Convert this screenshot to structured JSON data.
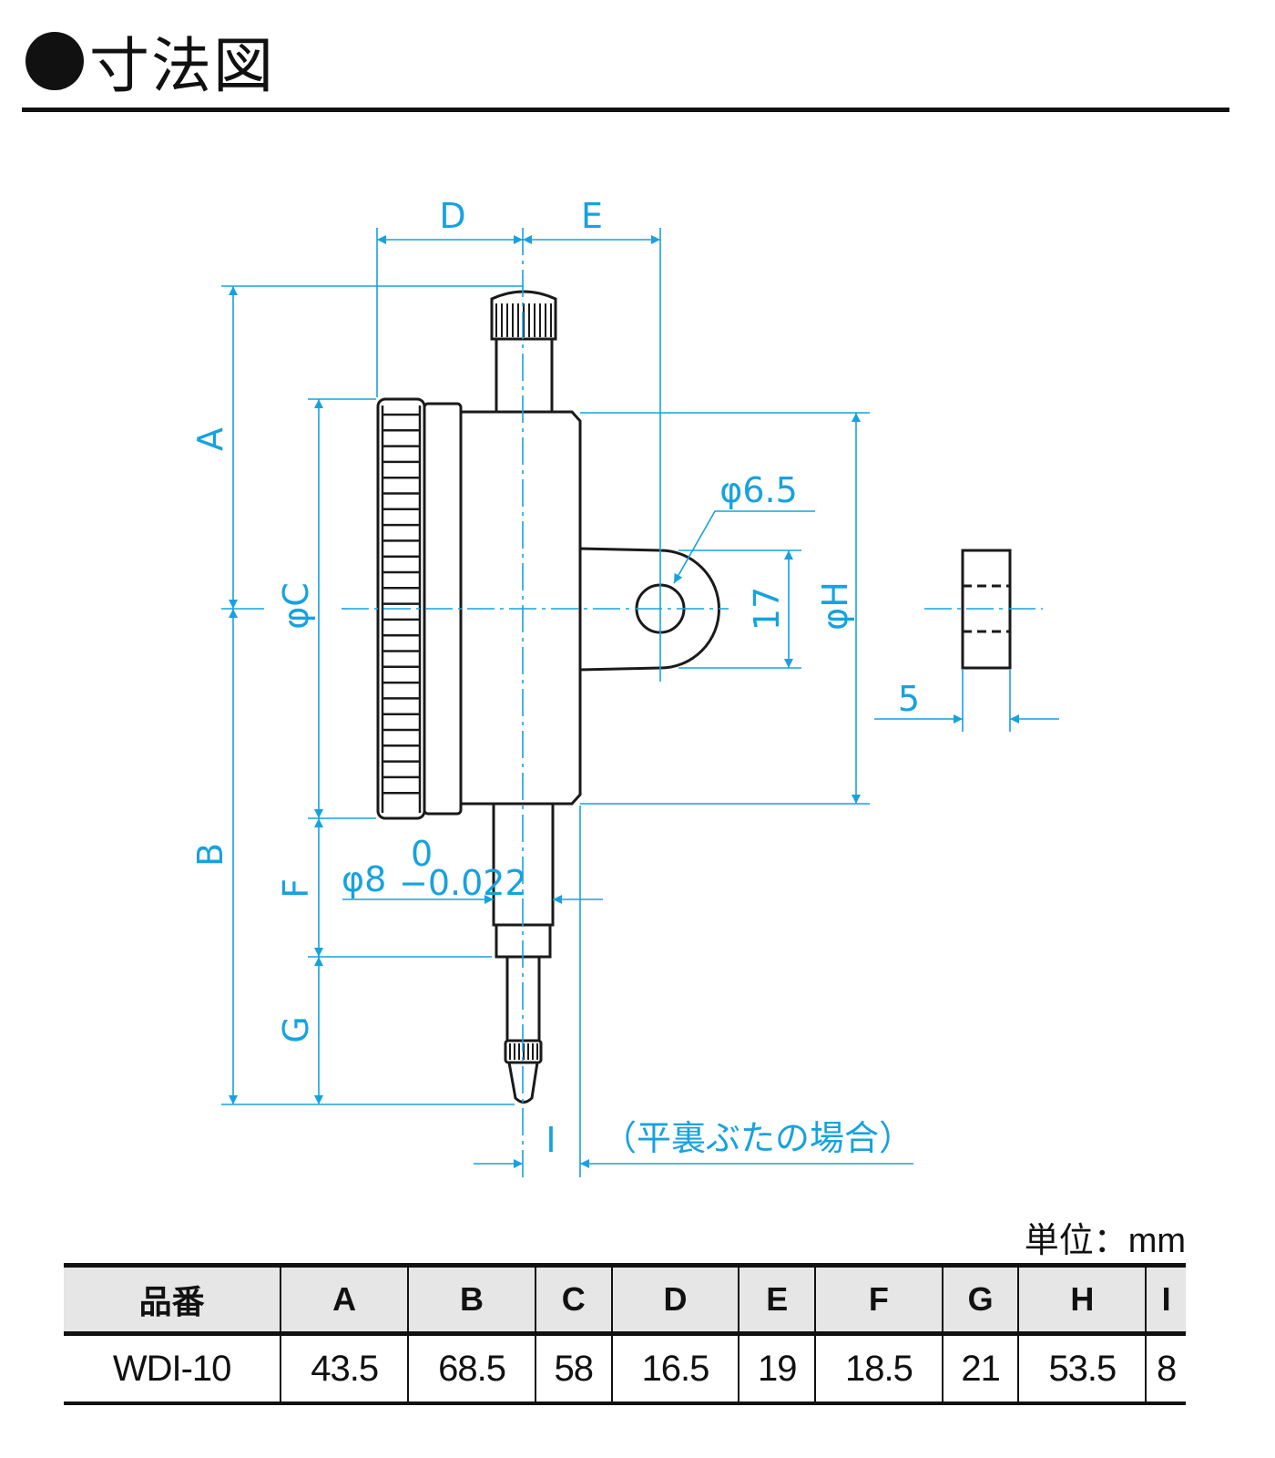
{
  "title": "寸法図",
  "drawing": {
    "labels": {
      "A": "A",
      "B": "B",
      "C": "φC",
      "D": "D",
      "E": "E",
      "F": "F",
      "G": "G",
      "H": "φH",
      "I": "I",
      "hole": "φ6.5",
      "lug_width": "17",
      "lug_thickness": "5",
      "stem_dia": "φ8",
      "stem_tol_upper": "0",
      "stem_tol_lower": "−0.022",
      "flat_back_note": "（平裏ぶたの場合）"
    },
    "colors": {
      "dimension": "#16a2e0",
      "outline": "#1a1a1a"
    }
  },
  "unit": "単位：mm",
  "table": {
    "headers": [
      "品番",
      "A",
      "B",
      "C",
      "D",
      "E",
      "F",
      "G",
      "H",
      "I"
    ],
    "rows": [
      [
        "WDI-10",
        "43.5",
        "68.5",
        "58",
        "16.5",
        "19",
        "18.5",
        "21",
        "53.5",
        "8"
      ]
    ]
  }
}
